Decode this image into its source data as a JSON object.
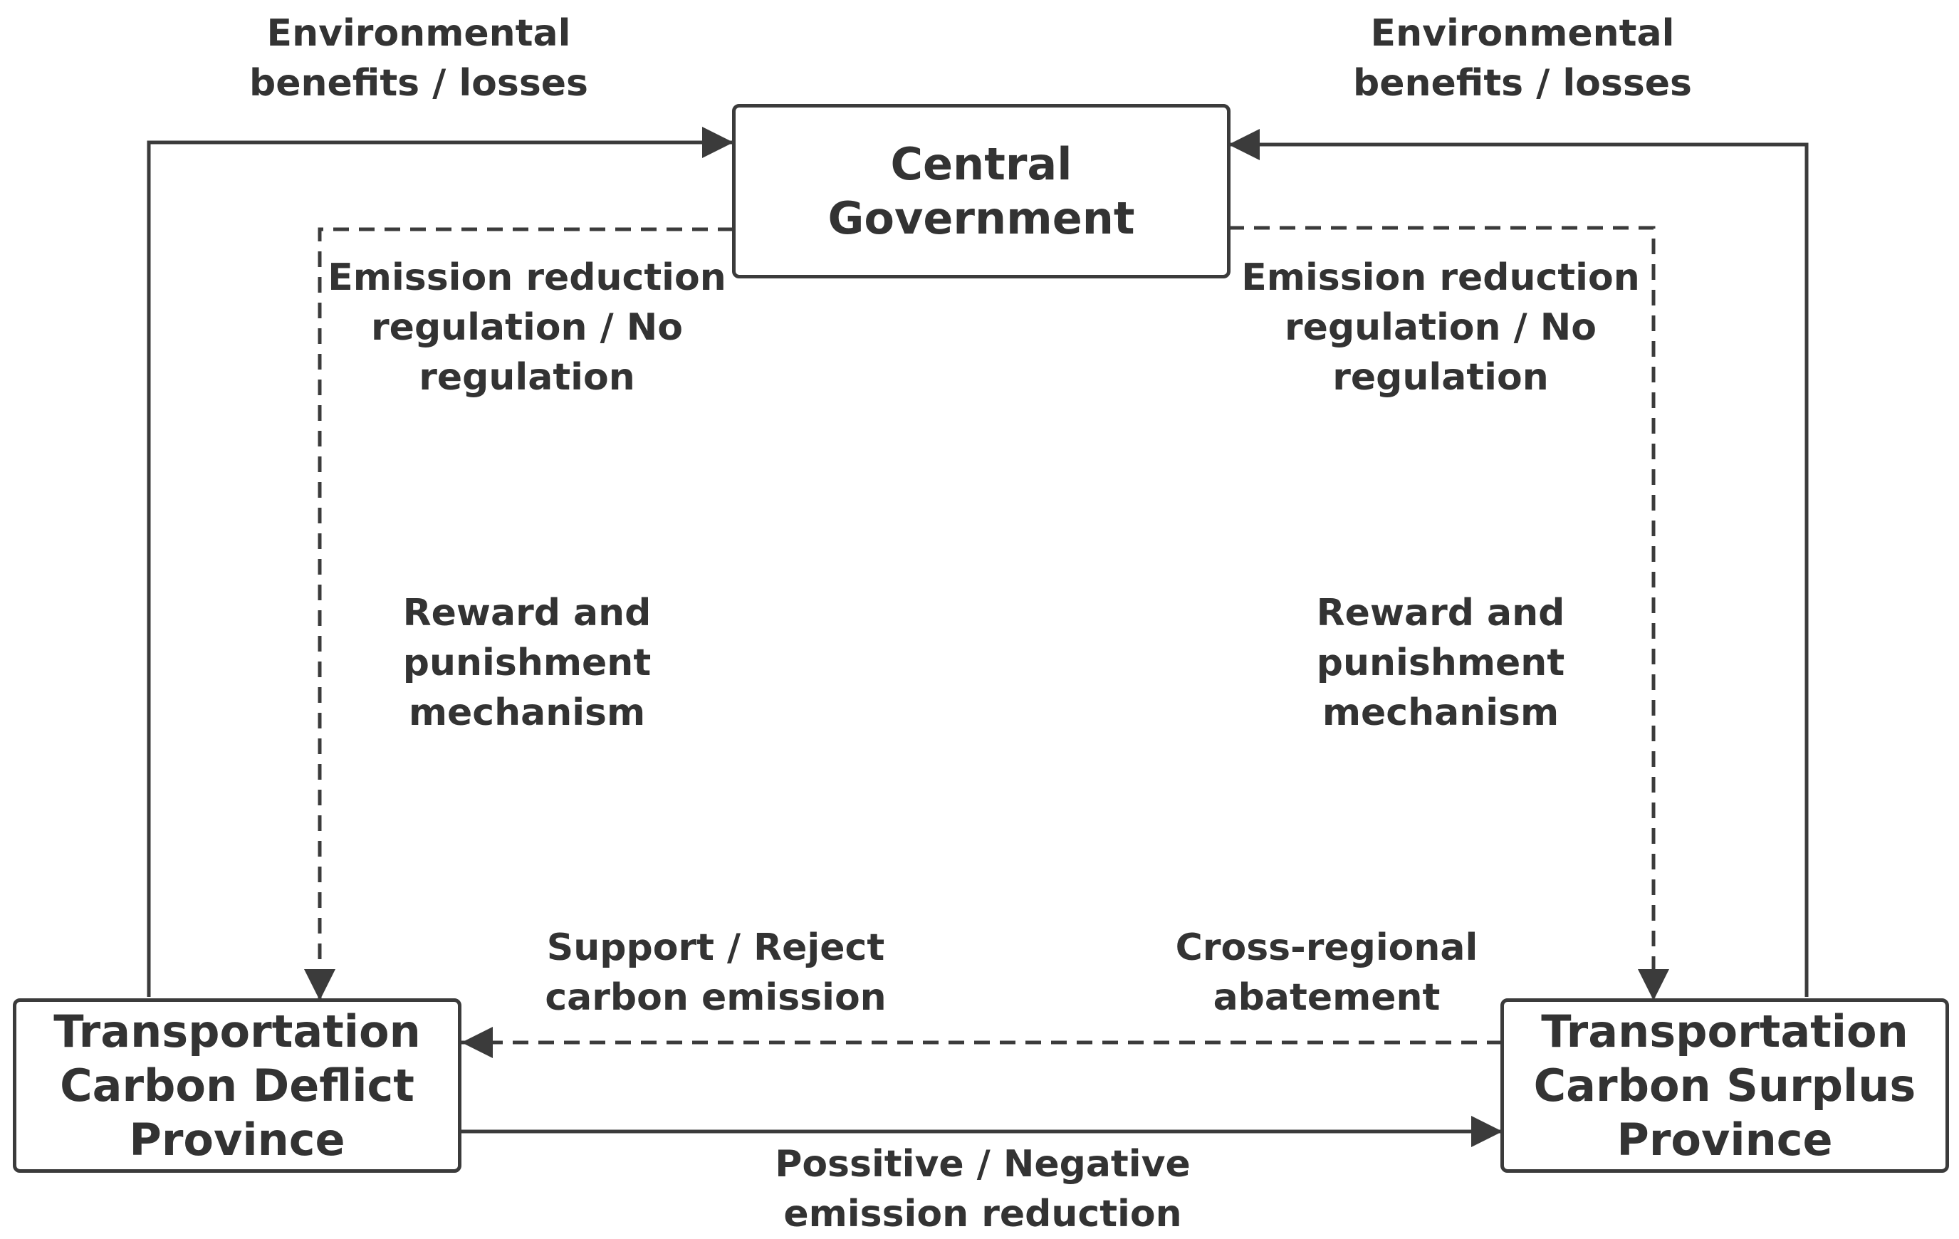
{
  "nodes": {
    "central": "Central\nGovernment",
    "deficit": "Transportation\nCarbon Deflict\nProvince",
    "surplus": "Transportation\nCarbon Surplus\nProvince"
  },
  "labels": {
    "env_left": "Environmental\nbenefits / losses",
    "env_right": "Environmental\nbenefits / losses",
    "reg_left": "Emission reduction\nregulation / No\nregulation",
    "reg_right": "Emission reduction\nregulation / No\nregulation",
    "reward_left": "Reward and\npunishment\nmechanism",
    "reward_right": "Reward and\npunishment\nmechanism",
    "support": "Support / Reject\ncarbon emission",
    "cross": "Cross-regional\nabatement",
    "emission": "Possitive / Negative\nemission reduction"
  },
  "edges": [
    {
      "from": "deficit",
      "to": "central",
      "style": "solid"
    },
    {
      "from": "surplus",
      "to": "central",
      "style": "solid"
    },
    {
      "from": "central",
      "to": "deficit",
      "style": "dashed"
    },
    {
      "from": "central",
      "to": "surplus",
      "style": "dashed"
    },
    {
      "from": "surplus",
      "to": "deficit",
      "style": "dashed"
    },
    {
      "from": "deficit",
      "to": "surplus",
      "style": "solid"
    }
  ],
  "colors": {
    "line": "#3b3b3b",
    "text": "#333333"
  }
}
